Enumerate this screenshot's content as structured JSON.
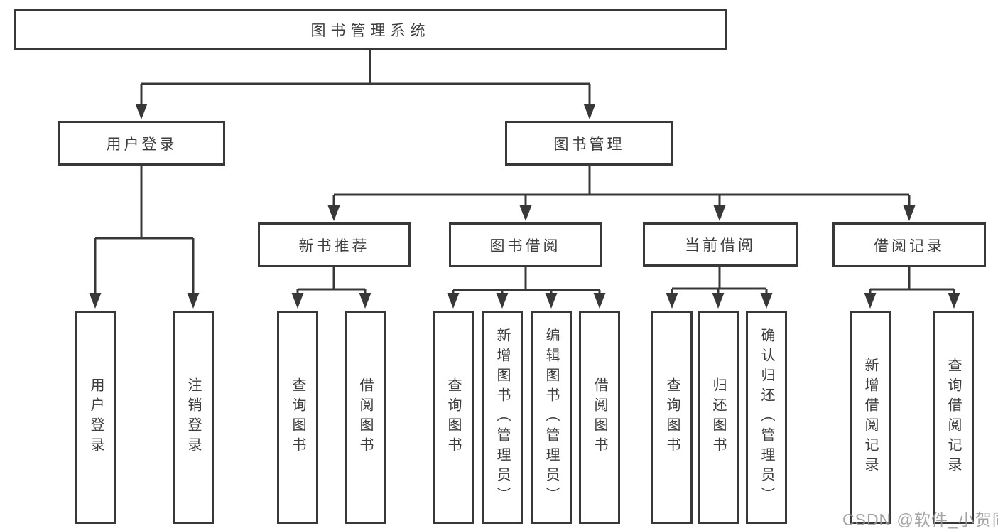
{
  "nodes": {
    "root": "图书管理系统",
    "level2": [
      "用户登录",
      "图书管理"
    ],
    "level3": [
      "新书推荐",
      "图书借阅",
      "当前借阅",
      "借阅记录"
    ],
    "leaves": [
      "用户登录",
      "注销登录",
      "查询图书",
      "借阅图书",
      "查询图书",
      "新增图书（管理员）",
      "编辑图书（管理员）",
      "借阅图书",
      "查询图书",
      "归还图书",
      "确认归还（管理员）",
      "新增借阅记录",
      "查询借阅记录"
    ]
  },
  "watermark": {
    "text": "CSDN @软件_小贺同学"
  },
  "colors": {
    "line": "#383838",
    "text": "#3d3d3d",
    "background": "#ffffff",
    "watermark": "#9b9b9b"
  }
}
